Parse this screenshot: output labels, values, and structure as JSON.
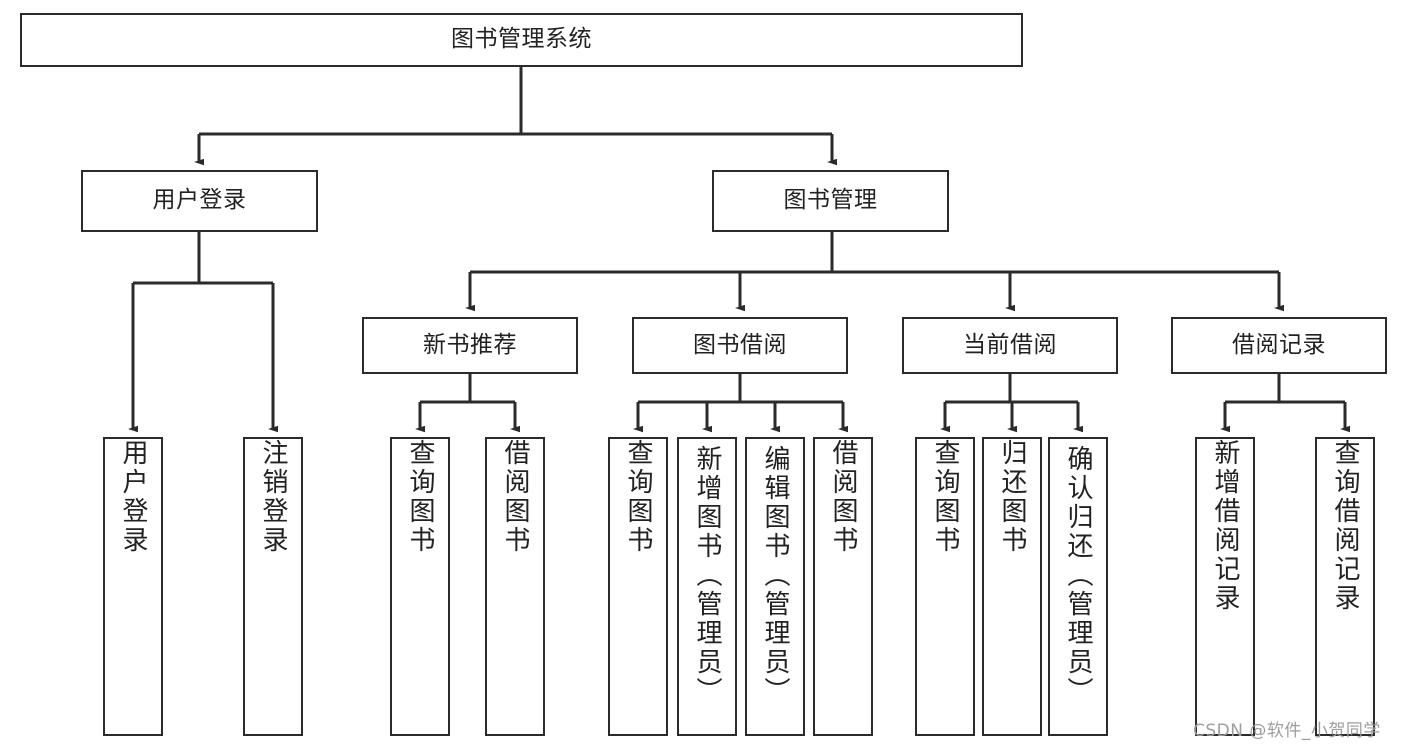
{
  "diagram": {
    "title": "图书管理系统",
    "type": "hierarchy-tree",
    "root": {
      "label": "图书管理系统"
    },
    "level2": [
      {
        "id": "user-login",
        "label": "用户登录"
      },
      {
        "id": "book-manage",
        "label": "图书管理"
      }
    ],
    "level3": [
      {
        "id": "new-book-recommend",
        "label": "新书推荐"
      },
      {
        "id": "book-borrow",
        "label": "图书借阅"
      },
      {
        "id": "current-borrow",
        "label": "当前借阅"
      },
      {
        "id": "borrow-record",
        "label": "借阅记录"
      }
    ],
    "leaves": {
      "user_login": [
        {
          "id": "leaf-user-login",
          "label": "用户登录"
        },
        {
          "id": "leaf-logout-login",
          "label": "注销登录"
        }
      ],
      "new_book_recommend": [
        {
          "id": "leaf-query-book-1",
          "label": "查询图书"
        },
        {
          "id": "leaf-borrow-book-1",
          "label": "借阅图书"
        }
      ],
      "book_borrow": [
        {
          "id": "leaf-query-book-2",
          "label": "查询图书"
        },
        {
          "id": "leaf-add-book",
          "label": "新增图书（管理员）"
        },
        {
          "id": "leaf-edit-book",
          "label": "编辑图书（管理员）"
        },
        {
          "id": "leaf-borrow-book-2",
          "label": "借阅图书"
        }
      ],
      "current_borrow": [
        {
          "id": "leaf-query-book-3",
          "label": "查询图书"
        },
        {
          "id": "leaf-return-book",
          "label": "归还图书"
        },
        {
          "id": "leaf-confirm-return",
          "label": "确认归还（管理员）"
        }
      ],
      "borrow_record": [
        {
          "id": "leaf-add-record",
          "label": "新增借阅记录"
        },
        {
          "id": "leaf-query-record",
          "label": "查询借阅记录"
        }
      ]
    }
  },
  "watermark": {
    "text": "CSDN @软件_小贺同学"
  },
  "colors": {
    "stroke": "#2b2b2b",
    "fill": "#ffffff",
    "text": "#222222",
    "watermark": "#9d9d9d"
  }
}
